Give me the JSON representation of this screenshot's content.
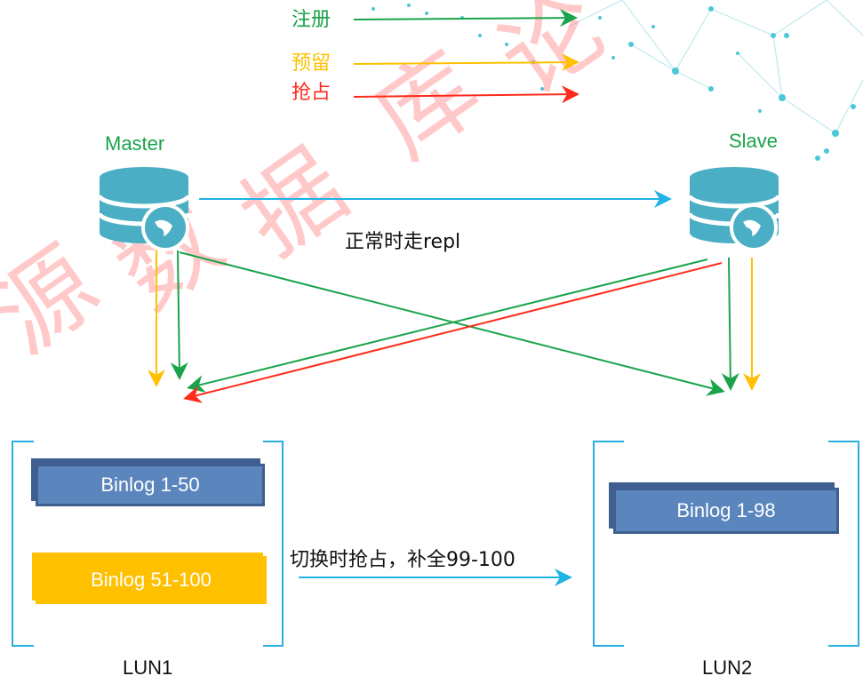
{
  "legend": {
    "register": "注册",
    "reserve": "预留",
    "preempt": "抢占"
  },
  "nodes": {
    "master": "Master",
    "slave": "Slave"
  },
  "notes": {
    "normal": "正常时走repl",
    "switch": "切换时抢占，补全99-100"
  },
  "luns": {
    "lun1": {
      "label": "LUN1",
      "binlogs": [
        "Binlog 1-50",
        "Binlog 51-100"
      ]
    },
    "lun2": {
      "label": "LUN2",
      "binlogs": [
        "Binlog 1-98"
      ]
    }
  },
  "watermark": [
    "源",
    "数",
    "据",
    "库",
    "论"
  ],
  "colors": {
    "register": "#1aa34a",
    "reserve": "#ffc000",
    "preempt": "#ff2a1a",
    "repl": "#1fb3e6",
    "db": "#4aafc4",
    "binlog_blue": "#5b86bd",
    "binlog_yellow": "#ffc000",
    "bracket": "#2aaee0"
  }
}
